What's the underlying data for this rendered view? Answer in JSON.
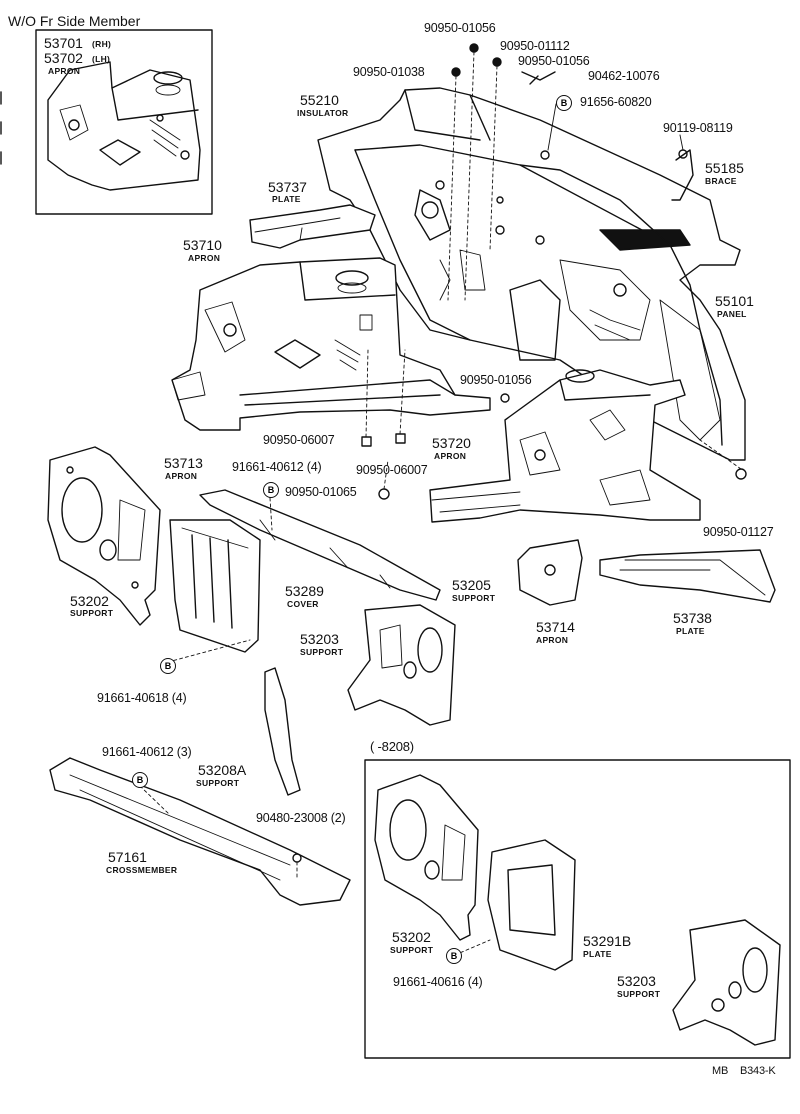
{
  "header": {
    "title": "W/O  Fr Side Member",
    "corner_code_1": "MB",
    "corner_code_2": "B343-K",
    "date_range": "(        -8208)"
  },
  "inset_top": {
    "part1": "53701",
    "part1_side": "(RH)",
    "part2": "53702",
    "part2_side": "(LH)",
    "name": "APRON"
  },
  "parts": [
    {
      "id": "p1",
      "number": "90950-01056",
      "name": ""
    },
    {
      "id": "p2",
      "number": "90950-01112",
      "name": ""
    },
    {
      "id": "p3",
      "number": "90950-01038",
      "name": ""
    },
    {
      "id": "p4",
      "number": "90950-01056",
      "name": ""
    },
    {
      "id": "p5",
      "number": "90462-10076",
      "name": ""
    },
    {
      "id": "p6",
      "number": "91656-60820",
      "name": ""
    },
    {
      "id": "p7",
      "number": "55210",
      "name": "INSULATOR"
    },
    {
      "id": "p8",
      "number": "90119-08119",
      "name": ""
    },
    {
      "id": "p9",
      "number": "55185",
      "name": "BRACE"
    },
    {
      "id": "p10",
      "number": "53737",
      "name": "PLATE"
    },
    {
      "id": "p11",
      "number": "53710",
      "name": "APRON"
    },
    {
      "id": "p12",
      "number": "55101",
      "name": "PANEL"
    },
    {
      "id": "p13",
      "number": "90950-01056",
      "name": ""
    },
    {
      "id": "p14",
      "number": "90950-06007",
      "name": ""
    },
    {
      "id": "p15",
      "number": "53720",
      "name": "APRON"
    },
    {
      "id": "p16",
      "number": "90950-06007",
      "name": ""
    },
    {
      "id": "p17",
      "number": "53713",
      "name": "APRON"
    },
    {
      "id": "p18",
      "number": "91661-40612 (4)",
      "name": ""
    },
    {
      "id": "p19",
      "number": "90950-01065",
      "name": ""
    },
    {
      "id": "p20",
      "number": "90950-01127",
      "name": ""
    },
    {
      "id": "p21",
      "number": "53202",
      "name": "SUPPORT"
    },
    {
      "id": "p22",
      "number": "53289",
      "name": "COVER"
    },
    {
      "id": "p23",
      "number": "53205",
      "name": "SUPPORT"
    },
    {
      "id": "p24",
      "number": "53714",
      "name": "APRON"
    },
    {
      "id": "p25",
      "number": "53738",
      "name": "PLATE"
    },
    {
      "id": "p26",
      "number": "53203",
      "name": "SUPPORT"
    },
    {
      "id": "p27",
      "number": "91661-40618 (4)",
      "name": ""
    },
    {
      "id": "p28",
      "number": "91661-40612 (3)",
      "name": ""
    },
    {
      "id": "p29",
      "number": "53208A",
      "name": "SUPPORT"
    },
    {
      "id": "p30",
      "number": "90480-23008 (2)",
      "name": ""
    },
    {
      "id": "p31",
      "number": "57161",
      "name": "CROSSMEMBER"
    },
    {
      "id": "p32",
      "number": "53202",
      "name": "SUPPORT"
    },
    {
      "id": "p33",
      "number": "53291B",
      "name": "PLATE"
    },
    {
      "id": "p34",
      "number": "91661-40616 (4)",
      "name": ""
    },
    {
      "id": "p35",
      "number": "53203",
      "name": "SUPPORT"
    }
  ],
  "markers": [
    {
      "id": "m1",
      "text": "B"
    },
    {
      "id": "m2",
      "text": "B"
    },
    {
      "id": "m3",
      "text": "B"
    },
    {
      "id": "m4",
      "text": "B"
    },
    {
      "id": "m5",
      "text": "B"
    }
  ]
}
